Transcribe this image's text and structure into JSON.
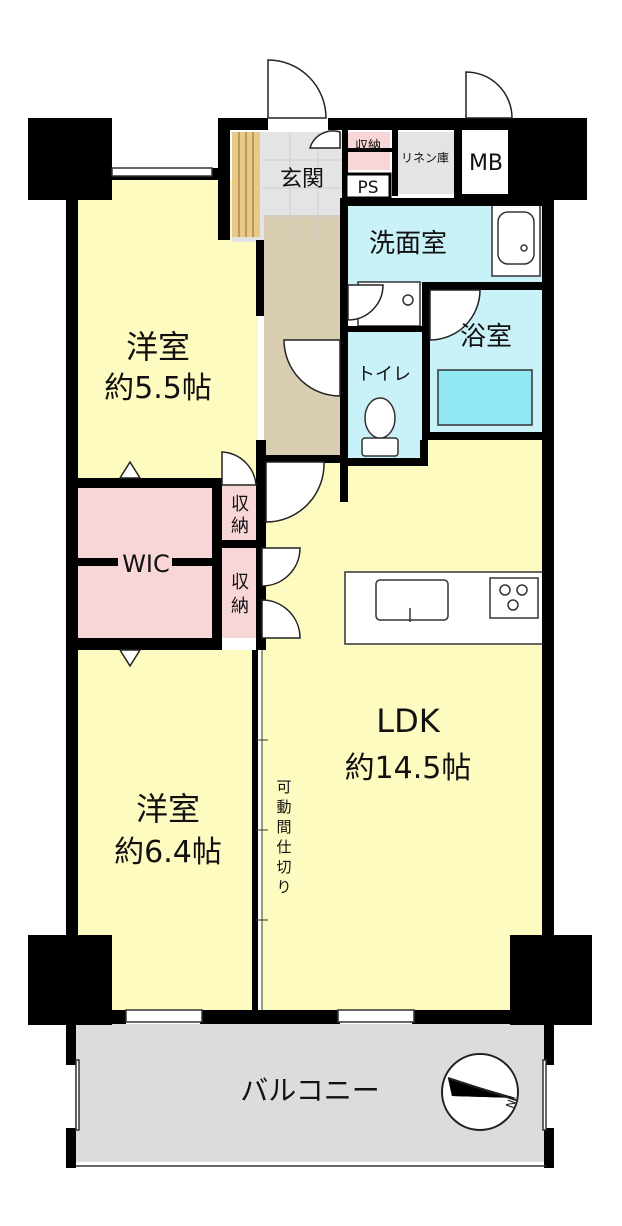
{
  "rooms": {
    "western_room_1": {
      "name": "洋室",
      "size": "約5.5帖"
    },
    "western_room_2": {
      "name": "洋室",
      "size": "約6.4帖"
    },
    "ldk": {
      "name": "LDK",
      "size": "約14.5帖"
    },
    "wic": "WIC",
    "storage_a": "収納",
    "storage_b": [
      "収",
      "納"
    ],
    "storage_c": [
      "収",
      "納"
    ],
    "entrance": "玄関",
    "ps": "PS",
    "linen": "リネン庫",
    "mb": "MB",
    "washroom": "洗面室",
    "bathroom": "浴室",
    "toilet": "トイレ",
    "balcony": "バルコニー",
    "partition": [
      "可",
      "動",
      "間",
      "仕",
      "切",
      "り"
    ]
  },
  "compass": {
    "north_label": "N"
  },
  "colors": {
    "western_room": "#fdfbbf",
    "ldk": "#fdfbbf",
    "wic": "#f8d6d8",
    "storage": "#f8d6d8",
    "entrance_floor": "#e4e4e4",
    "hallway": "#d8cdb0",
    "wet_area": "#c9f1f8",
    "bathtub": "#8fe8f3",
    "balcony": "#dcdcdc",
    "shoe_cabinet": "#e8c98a",
    "wall": "#000000",
    "white": "#ffffff"
  }
}
